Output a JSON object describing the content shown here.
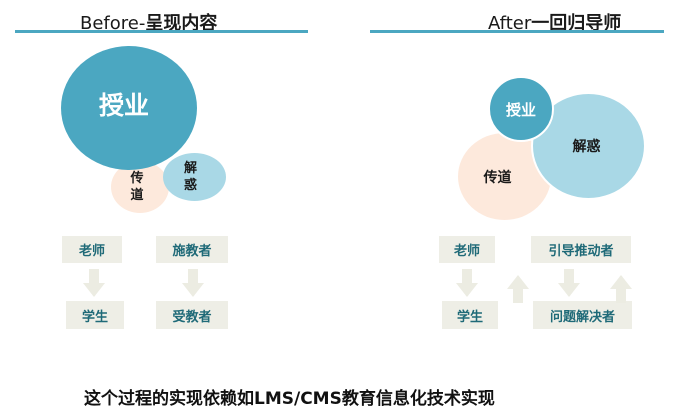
{
  "colors": {
    "teal": "#4ba7c1",
    "light_blue": "#a9d8e6",
    "peach": "#fde9dc",
    "box_bg": "#eeeee6",
    "rule": "#4ba7c1",
    "box_text": "#1f6a78",
    "arrow": "#ecece2"
  },
  "before": {
    "title_latin": "Before-",
    "title_cn": "呈现内容",
    "circles": {
      "teaching": "授业",
      "dispelling": "解惑",
      "passing_dao": "传道"
    },
    "boxes": {
      "teacher": "老师",
      "giver": "施教者",
      "student": "学生",
      "receiver": "受教者"
    }
  },
  "after": {
    "title_latin": "After",
    "title_cn": "一回归导师",
    "circles": {
      "teaching": "授业",
      "dispelling": "解惑",
      "passing_dao": "传道"
    },
    "boxes": {
      "teacher": "老师",
      "guide": "引导推动者",
      "student": "学生",
      "problem_solver": "问题解决者"
    }
  },
  "footer": "这个过程的实现依赖如LMS/CMS教育信息化技术实现"
}
